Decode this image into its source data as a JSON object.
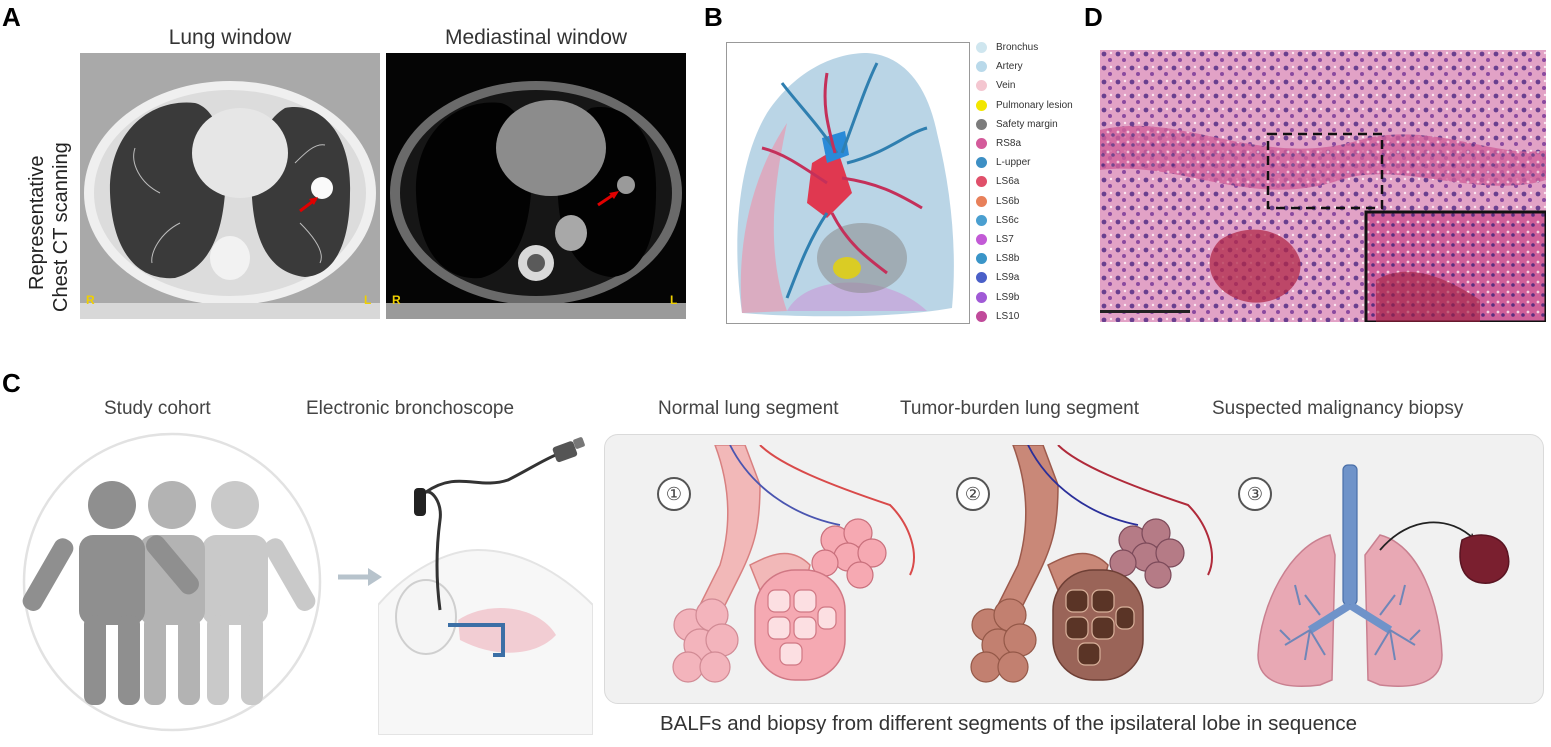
{
  "panels": {
    "a": "A",
    "b": "B",
    "c": "C",
    "d": "D"
  },
  "panel_a": {
    "title_left": "Lung window",
    "title_right": "Mediastinal window",
    "side_label_line1": "Representative",
    "side_label_line2": "Chest CT scanning",
    "left_marker_r": "R",
    "left_marker_l": "L",
    "right_marker_r": "R",
    "right_marker_l": "L"
  },
  "panel_b": {
    "legend": [
      {
        "label": "Bronchus",
        "color": "#cfe6ef"
      },
      {
        "label": "Artery",
        "color": "#b9d9ea"
      },
      {
        "label": "Vein",
        "color": "#f4c6d0"
      },
      {
        "label": "Pulmonary lesion",
        "color": "#f2e600"
      },
      {
        "label": "Safety margin",
        "color": "#7c7c7c"
      },
      {
        "label": "RS8a",
        "color": "#d45a9a"
      },
      {
        "label": "L-upper",
        "color": "#3d8fc4"
      },
      {
        "label": "LS6a",
        "color": "#e0506a"
      },
      {
        "label": "LS6b",
        "color": "#e8805a"
      },
      {
        "label": "LS6c",
        "color": "#4a9fd0"
      },
      {
        "label": "LS7",
        "color": "#c25ad6"
      },
      {
        "label": "LS8b",
        "color": "#3a95c8"
      },
      {
        "label": "LS9a",
        "color": "#4a5fc8"
      },
      {
        "label": "LS9b",
        "color": "#a05ad6"
      },
      {
        "label": "LS10",
        "color": "#c04a9a"
      }
    ]
  },
  "panel_c": {
    "study_cohort": "Study cohort",
    "bronchoscope": "Electronic bronchoscope",
    "normal_segment": "Normal lung segment",
    "tumor_segment": "Tumor-burden lung segment",
    "biopsy": "Suspected malignancy biopsy",
    "step1": "①",
    "step2": "②",
    "step3": "③",
    "caption": "BALFs and biopsy from different segments of the ipsilateral lobe in sequence"
  }
}
